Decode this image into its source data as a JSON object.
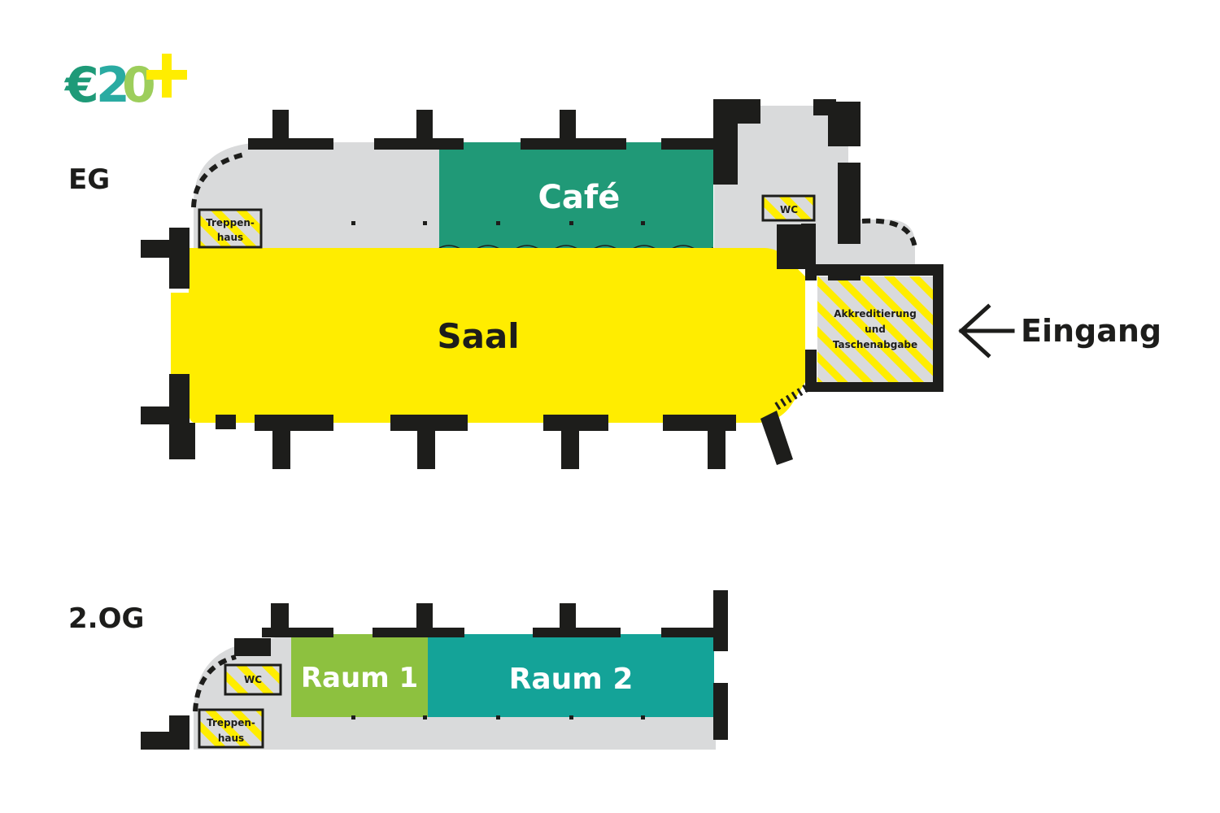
{
  "logo": {
    "text": "€2O+",
    "colors": {
      "euro": "#1e9a78",
      "two": "#14a398",
      "zero": "#8cc63f",
      "plus": "#ffed00"
    }
  },
  "floors": {
    "eg": {
      "label": "EG",
      "rooms": {
        "cafe": {
          "label": "Café",
          "color": "#209977"
        },
        "saal": {
          "label": "Saal",
          "color": "#ffed00"
        },
        "treppenhaus": {
          "line1": "Treppen-",
          "line2": "haus"
        },
        "wc": {
          "label": "WC"
        },
        "akkreditierung": {
          "line1": "Akkreditierung",
          "line2": "und",
          "line3": "Taschenabgabe"
        }
      },
      "entrance": {
        "label": "Eingang",
        "icon": "arrow-left-icon"
      }
    },
    "og2": {
      "label": "2.OG",
      "rooms": {
        "raum1": {
          "label": "Raum 1",
          "color": "#8dc13f"
        },
        "raum2": {
          "label": "Raum 2",
          "color": "#14a398"
        },
        "wc": {
          "label": "WC"
        },
        "treppenhaus": {
          "line1": "Treppen-",
          "line2": "haus"
        }
      }
    }
  },
  "colors": {
    "corridor": "#d9dadb",
    "wall": "#1d1d1b",
    "hatch": "#ffed00"
  }
}
